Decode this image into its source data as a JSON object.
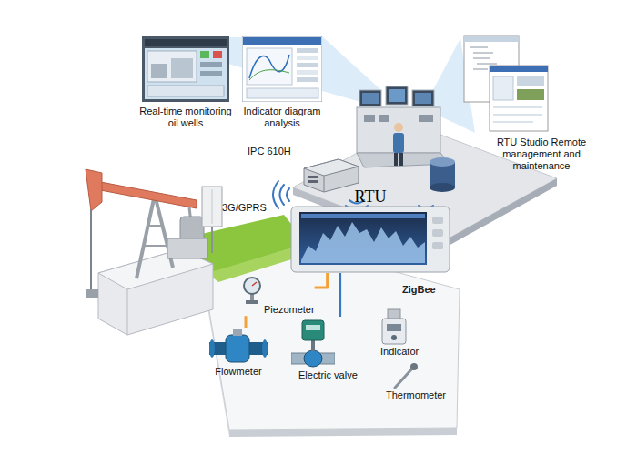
{
  "diagram": {
    "nodes": [
      {
        "text": [
          "Real-time monitoring oil wells"
        ]
      },
      {
        "text": [
          "Indicator diagram analysis"
        ]
      },
      {
        "text": [
          "RTU Studio Remote management and maintenance"
        ]
      },
      {
        "text": [
          "IPC 610H"
        ]
      },
      {
        "text": [
          "RTU"
        ]
      },
      {
        "text": [
          "ZigBee"
        ]
      },
      {
        "text": [
          "Piezometer"
        ],
        "in": 5
      },
      {
        "text": [
          "Flowmeter"
        ],
        "in": 5
      },
      {
        "text": [
          "Electric valve"
        ],
        "in": 5
      },
      {
        "text": [
          "Indicator"
        ],
        "in": 5
      },
      {
        "text": [
          "Thermometer"
        ],
        "in": 5
      }
    ],
    "edges": [
      {
        "from": 6,
        "to": 4,
        "arrow": "none"
      },
      {
        "from": 7,
        "to": 6,
        "arrow": "none"
      },
      {
        "from": 8,
        "to": 4,
        "arrow": "none"
      }
    ],
    "labels": [
      "3G/GPRS"
    ]
  }
}
